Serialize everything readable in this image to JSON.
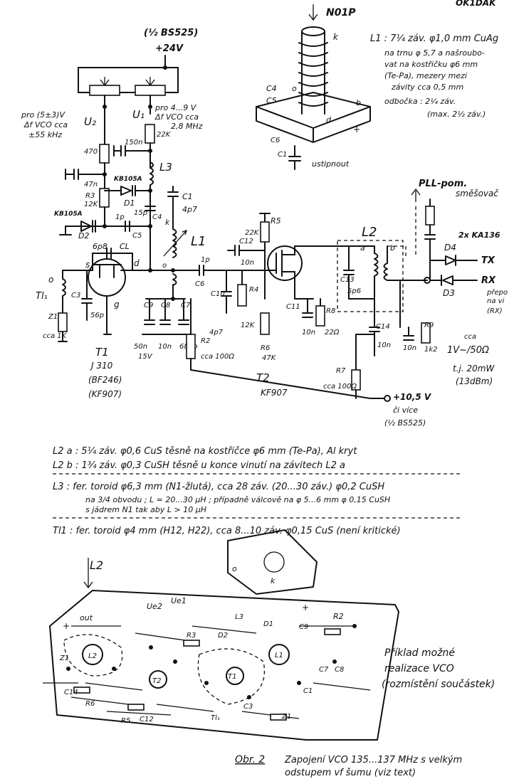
{
  "header": {
    "corner": "OK1DAK"
  },
  "power": {
    "ic_top": "(½ BS525)",
    "vplus": "+24V",
    "supply2_1": "+10,5 V",
    "supply2_2": "či více",
    "supply2_3": "(½ BS525)"
  },
  "pot_notes": {
    "u2_note1": "pro (5±3)V",
    "u2_note2": "Δf VCO cca",
    "u2_note3": "±55 kHz",
    "u1_note1": "pro 4...9 V",
    "u1_note2": "Δf VCO cca",
    "u1_note3": "2,8 MHz"
  },
  "labels": {
    "U2": "U₂",
    "U1": "U₁",
    "L3": "L3",
    "L1": "L1",
    "L2": "L2",
    "T1": "T1",
    "T1a": "J 310",
    "T1b": "(BF246)",
    "T1c": "(KF907)",
    "T2": "T2",
    "T2a": "KF907",
    "Tl1": "Tl₁",
    "D1": "D1",
    "D2": "D2",
    "D3": "D3",
    "D4": "D4",
    "KB1": "KB105A",
    "KB2": "KB105A",
    "ka": "2x KA136",
    "pll": "PLL-pom.",
    "pll2": "směšovač",
    "tx": "TX",
    "rx": "RX",
    "rx_note1": "přepo",
    "rx_note2": "na vi",
    "rx_note3": "(RX)",
    "out_v": "cca",
    "out_v2": "1V~/50Ω",
    "out_p": "t.j. 20mW",
    "out_db": "(13dBm)",
    "d": "d",
    "s": "s",
    "g": "g",
    "o": "o",
    "a": "a",
    "b": "b",
    "k": "k",
    "coil_top": "N01P",
    "coil_trim": "ustipnout",
    "coil_plus": "+"
  },
  "parts": {
    "R4": "470",
    "R3": "R3",
    "R3v": "12K",
    "R22k": "22K",
    "C150": "150n",
    "C47": "47n",
    "C1p": "1p",
    "C5": "C5",
    "C4": "C4",
    "C15": "15p",
    "C1": "C1",
    "C1v": "4p7",
    "C6p8": "6p8",
    "CL": "CL",
    "C3": "C3",
    "C3v": "56p",
    "Z1": "Z1",
    "Z1v": "cca 1K",
    "C9": "C9",
    "C8": "C8",
    "C7": "C7",
    "C9v": "50n",
    "C9v2": "15V",
    "C8v": "10n",
    "C7v": "680p",
    "C6": "C6",
    "C6v": "1p",
    "C10": "C10",
    "C10v": "4p7",
    "R2": "R2",
    "R2v": "cca 100Ω",
    "C12": "C12",
    "C12v": "10n",
    "R5": "R5",
    "R5v": "22K",
    "R4b": "R4",
    "R4bv": "12K",
    "C11": "C11",
    "C11v": "10n",
    "R8": "R8",
    "R8v": "22Ω",
    "R6": "R6",
    "R6v": "47K",
    "R7": "R7",
    "R7v": "cca 100Ω",
    "C13": "C13",
    "C13v": "5p6",
    "C14": "C14",
    "C14v": "10n",
    "R9": "R9",
    "R9v": "1k2",
    "C10n": "10n"
  },
  "l1_spec": {
    "line1": "L1 : 7¼ záv. φ1,0 mm CuAg",
    "line2": "na trnu φ 5,7 a našroubo-",
    "line3": "vat na kostřičku φ6 mm",
    "line4": "(Te-Pa), mezery mezi",
    "line5": "závity cca 0,5 mm",
    "line6": "odbočka : 2¼ záv.",
    "line7": "(max. 2½ záv.)"
  },
  "notes": {
    "l2a": "L2 a : 5¼ záv. φ0,6 CuS těsně na kostřičce φ6 mm (Te-Pa), Al kryt",
    "l2b": "L2 b : 1¾ záv. φ0,3 CuSH těsně u konce vinutí na závitech L2 a",
    "l3a": "L3 :  fer. toroid φ6,3 mm (N1-žlutá), cca 28 záv. (20...30 záv.) φ0,2 CuSH",
    "l3b": "na 3/4 obvodu ; L = 20...30 µH ; případně válcově na φ 5...6 mm φ 0,15 CuSH",
    "l3c": "s jádrem N1 tak aby L > 10 µH",
    "tl1": "Tl1 :  fer. toroid φ4 mm (H12, H22), cca 8...10 záv. φ0,15 CuS (není kritické)"
  },
  "layout_fig": {
    "l2": "L2",
    "out": "out",
    "ue2": "Ue2",
    "ue1": "Ue1",
    "plus": "+",
    "caption1": "Příklad možné",
    "caption2": "realizace VCO",
    "caption3": "(rozmístění součástek)"
  },
  "caption": {
    "num": "Obr. 2",
    "text1": "Zapojení VCO 135...137 MHz s velkým",
    "text2": "odstupem vf šumu (viz text)"
  }
}
